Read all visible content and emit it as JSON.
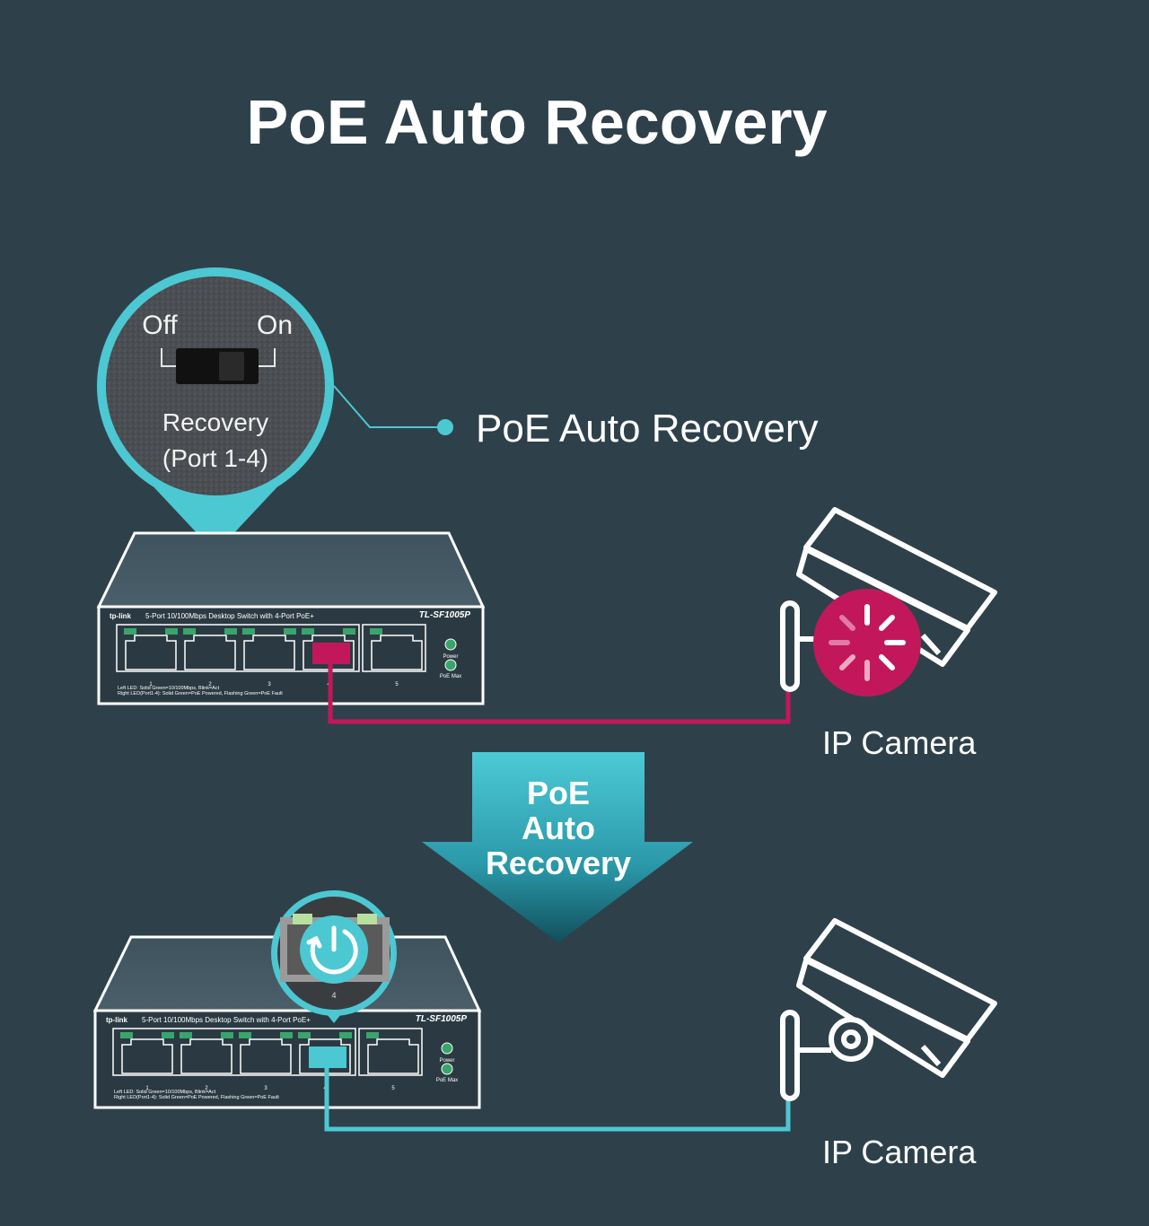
{
  "title": "PoE Auto Recovery",
  "callout": {
    "switch_off": "Off",
    "switch_on": "On",
    "switch_label_line1": "Recovery",
    "switch_label_line2": "(Port 1-4)",
    "feature_label": "PoE Auto Recovery"
  },
  "switch_device": {
    "brand": "tp-link",
    "description": "5-Port 10/100Mbps Desktop Switch with 4-Port PoE+",
    "model": "TL-SF1005P",
    "port_numbers": [
      "1",
      "2",
      "3",
      "4",
      "5"
    ],
    "led_power": "Power",
    "led_poe_max": "PoE Max",
    "legend_left": "Left LED:   Solid Green=10/100Mbps, Blink=Act",
    "legend_right": "Right LED(Port1-4):   Solid Green=PoE Powered, Flashing Green=PoE Fault"
  },
  "arrow": {
    "line1": "PoE",
    "line2": "Auto",
    "line3": "Recovery"
  },
  "camera_top_label": "IP Camera",
  "camera_bottom_label": "IP Camera",
  "zoom_port_number": "4",
  "colors": {
    "background": "#2e414b",
    "accent_teal": "#4cc8d2",
    "fault_magenta": "#c2185b",
    "line_white": "#ffffff"
  }
}
